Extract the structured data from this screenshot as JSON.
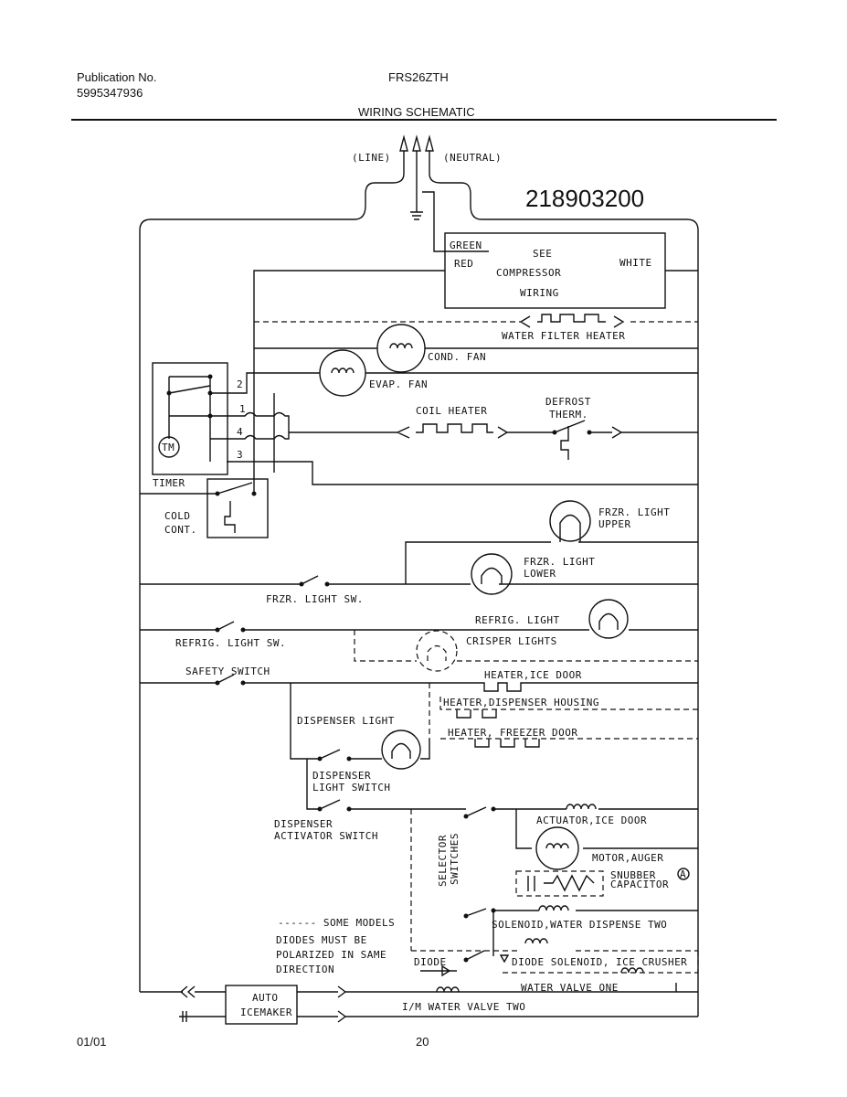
{
  "header": {
    "publication_label": "Publication No.",
    "publication_number": "5995347936",
    "model": "FRS26ZTH",
    "title": "WIRING SCHEMATIC"
  },
  "footer": {
    "date": "01/01",
    "page": "20"
  },
  "diagram": {
    "part_number": "218903200",
    "line": "(LINE)",
    "neutral": "(NEUTRAL)",
    "compressor_box": {
      "green": "GREEN",
      "red": "RED",
      "white": "WHITE",
      "see": "SEE",
      "compressor": "COMPRESSOR",
      "wiring": "WIRING"
    },
    "water_filter_heater": "WATER FILTER HEATER",
    "cond_fan": "COND. FAN",
    "evap_fan": "EVAP. FAN",
    "coil_heater": "COIL HEATER",
    "defrost": "DEFROST",
    "therm": "THERM.",
    "timer": "TIMER",
    "tm": "TM",
    "terminals": [
      "2",
      "1",
      "4",
      "3"
    ],
    "cold": "COLD",
    "cont": "CONT.",
    "frzr_light_upper_1": "FRZR. LIGHT",
    "frzr_light_upper_2": "UPPER",
    "frzr_light_lower_1": "FRZR. LIGHT",
    "frzr_light_lower_2": "LOWER",
    "frzr_light_sw": "FRZR. LIGHT SW.",
    "refrig_light": "REFRIG. LIGHT",
    "refrig_light_sw": "REFRIG. LIGHT SW.",
    "crisper_lights": "CRISPER LIGHTS",
    "safety_switch": "SAFETY SWITCH",
    "heater_ice_door": "HEATER,ICE DOOR",
    "heater_dispenser_housing": "HEATER,DISPENSER HOUSING",
    "heater_freezer_door": "HEATER, FREEZER DOOR",
    "dispenser_light": "DISPENSER LIGHT",
    "dispenser_light_switch_1": "DISPENSER",
    "dispenser_light_switch_2": "LIGHT SWITCH",
    "dispenser_activator_1": "DISPENSER",
    "dispenser_activator_2": "ACTIVATOR SWITCH",
    "selector_1": "SELECTOR",
    "selector_2": "SWITCHES",
    "actuator_ice_door": "ACTUATOR,ICE DOOR",
    "motor_auger": "MOTOR,AUGER",
    "snubber_1": "SNUBBER",
    "snubber_2": "CAPACITOR",
    "snubber_mark": "A",
    "solenoid_water_dispense_two": "SOLENOID,WATER DISPENSE TWO",
    "diode": "DIODE",
    "diode_solenoid_ice_crusher": "DIODE SOLENOID, ICE CRUSHER",
    "water_valve_one": "WATER VALVE ONE",
    "some_models": "------ SOME MODELS",
    "note_1": "DIODES MUST BE",
    "note_2": "POLARIZED IN SAME",
    "note_3": "DIRECTION",
    "auto_1": "AUTO",
    "auto_2": "ICEMAKER",
    "im_water_valve_two": "I/M WATER VALVE TWO"
  }
}
